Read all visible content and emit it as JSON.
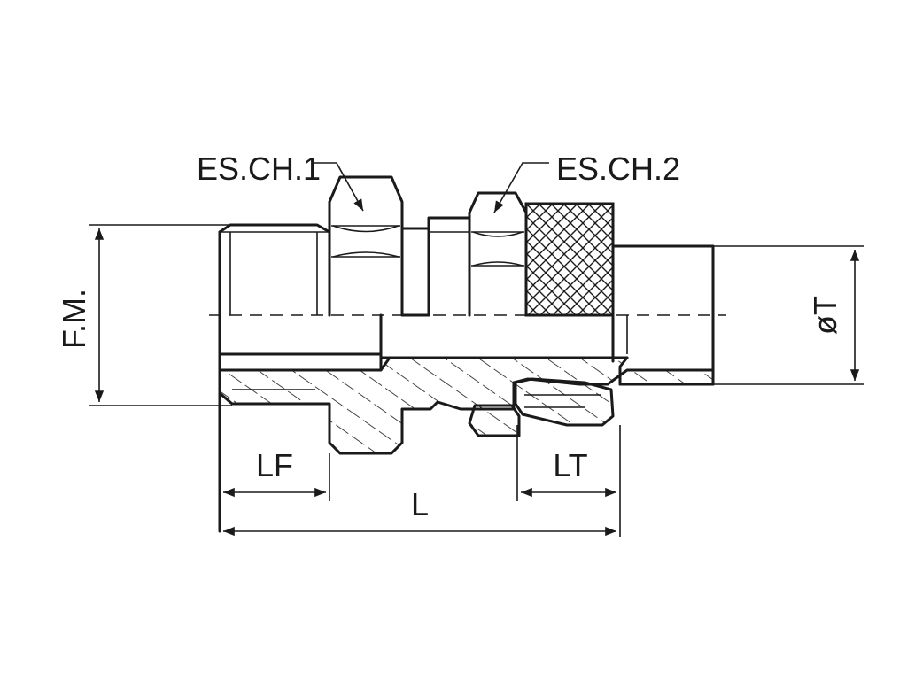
{
  "labels": {
    "hex1": "ES.CH.1",
    "hex2": "ES.CH.2",
    "thread_size": "F.M.",
    "tube_diameter": "øT",
    "thread_length": "LF",
    "tube_insertion": "LT",
    "overall_length": "L"
  }
}
